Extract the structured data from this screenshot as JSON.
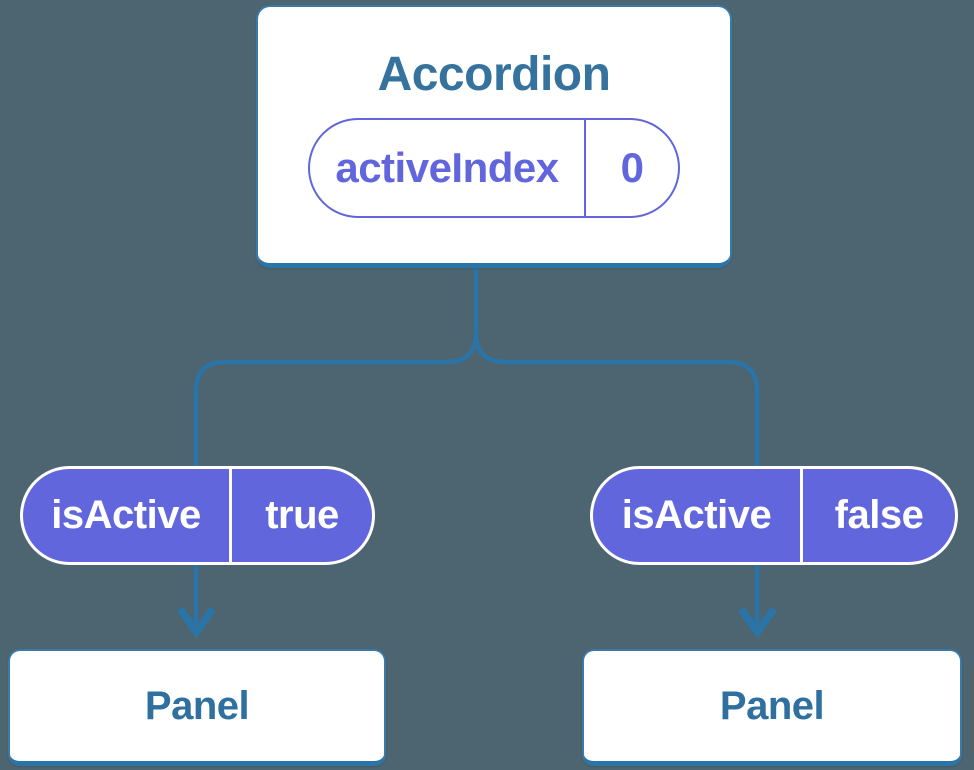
{
  "diagram": {
    "root": {
      "title": "Accordion",
      "state": {
        "name": "activeIndex",
        "value": "0"
      }
    },
    "children": [
      {
        "prop": {
          "name": "isActive",
          "value": "true"
        },
        "component": "Panel"
      },
      {
        "prop": {
          "name": "isActive",
          "value": "false"
        },
        "component": "Panel"
      }
    ]
  },
  "colors": {
    "background": "#4d6570",
    "connector_blue": "#2b74a7",
    "box_border_blue": "#3a79a8",
    "title_text_blue": "#35739e",
    "pill_purple": "#6166dc",
    "box_fill": "#ffffff",
    "pill_text_white": "#ffffff"
  }
}
